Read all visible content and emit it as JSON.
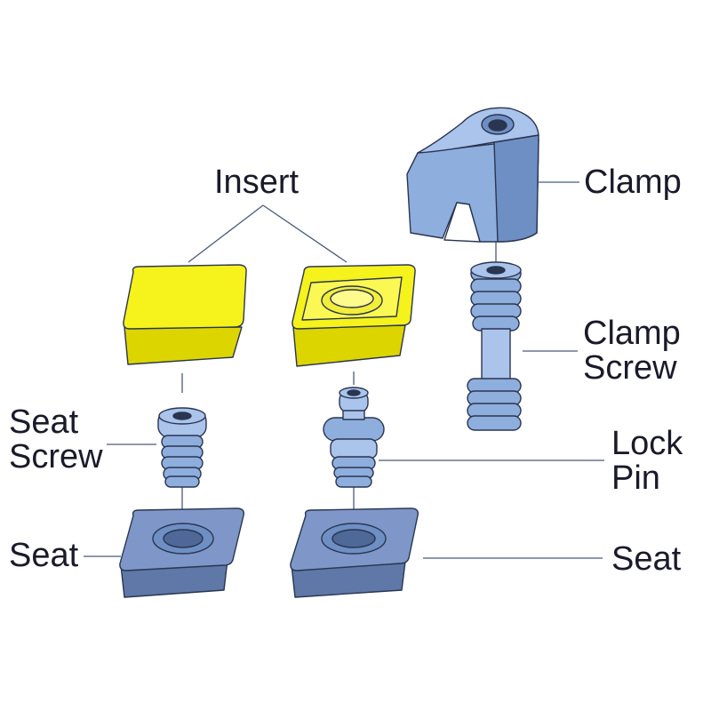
{
  "labels": {
    "insert": "Insert",
    "clamp": "Clamp",
    "clamp_screw_1": "Clamp",
    "clamp_screw_2": "Screw",
    "seat_screw_1": "Seat",
    "seat_screw_2": "Screw",
    "lock_pin_1": "Lock",
    "lock_pin_2": "Pin",
    "seat_left": "Seat",
    "seat_right": "Seat"
  },
  "colors": {
    "insert_fill": "#f5f21c",
    "insert_top": "#fbf854",
    "insert_side": "#dcd500",
    "steel_light": "#aac4ec",
    "steel_mid": "#8eaedd",
    "steel_dark": "#6e8fc4",
    "seat_top": "#7e97c8",
    "seat_side": "#5f78a8",
    "outline": "#2a3550",
    "leader": "#4a5a7a"
  }
}
